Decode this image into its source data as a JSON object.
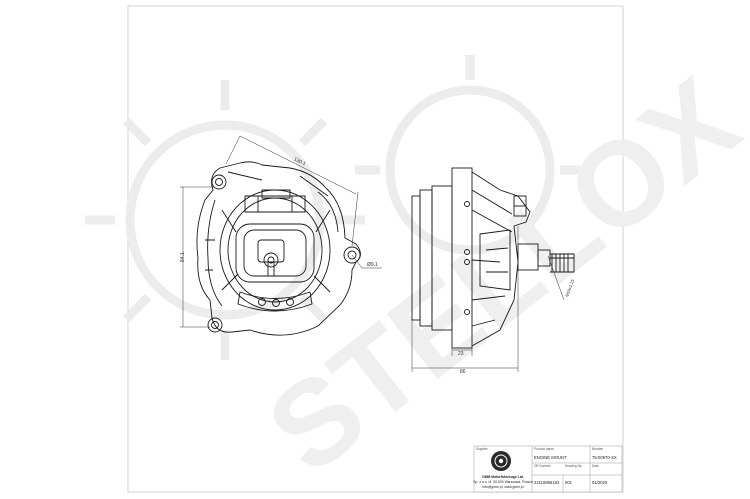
{
  "watermark": {
    "brand": "STELLOX"
  },
  "dimensions": {
    "width": "130.1",
    "height": "84.1",
    "hole": "Ø9.1",
    "thread": "M10x1.25",
    "depth": "23",
    "length": "86"
  },
  "title_block": {
    "labels": {
      "supplier": "Supplier",
      "product_name": "Product name",
      "number": "Number",
      "oe_number": "OE Number",
      "drawing_no": "Drawing No",
      "date": "Date"
    },
    "product_name": "ENGINE MOUNT",
    "number": "75-00970-SX",
    "oe_number": "22116856183",
    "drawing_no": "001",
    "date": "01/2020",
    "company": {
      "line1": "GMM Motorfahrzeuge Ltd.",
      "line2": "Sp. z o.o. ul. 00-000 Warszawa, Poland",
      "line3": "info@gmm.pl, www.gmm.pl"
    }
  },
  "colors": {
    "line": "#1a1a1a",
    "watermark": "#e9e9e9",
    "frame": "#c8c8c8"
  }
}
